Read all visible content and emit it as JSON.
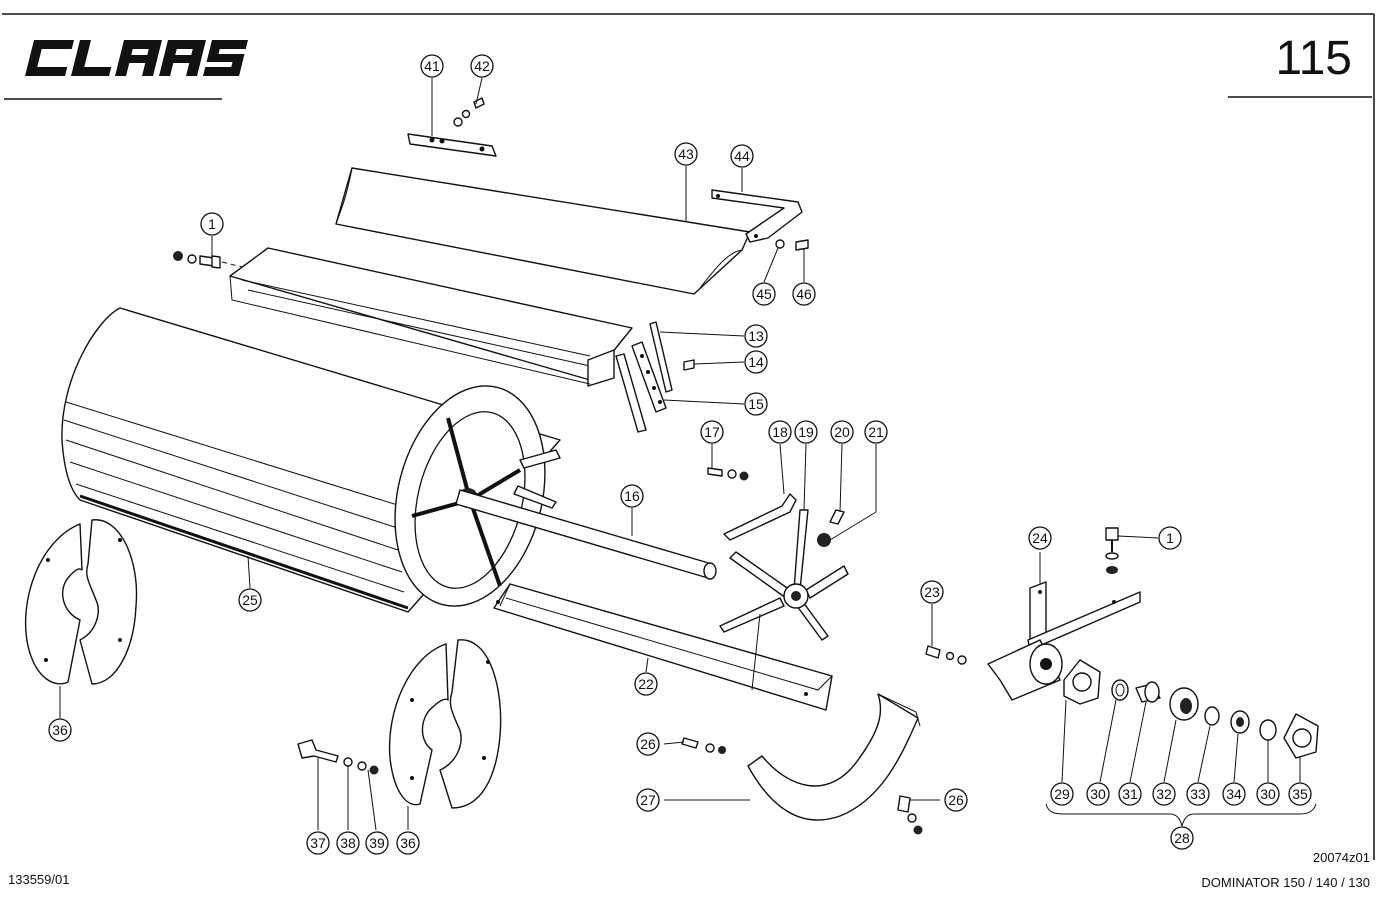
{
  "header": {
    "brand": "CLAAS",
    "page_number": "115"
  },
  "footer": {
    "document_number": "133559/01",
    "drawing_code": "20074z01",
    "model": "DOMINATOR 150 / 140 / 130"
  },
  "callouts": [
    {
      "id": "c41",
      "label": "41"
    },
    {
      "id": "c42",
      "label": "42"
    },
    {
      "id": "c43",
      "label": "43"
    },
    {
      "id": "c44",
      "label": "44"
    },
    {
      "id": "c45",
      "label": "45"
    },
    {
      "id": "c46",
      "label": "46"
    },
    {
      "id": "c1a",
      "label": "1"
    },
    {
      "id": "c13",
      "label": "13"
    },
    {
      "id": "c14",
      "label": "14"
    },
    {
      "id": "c15",
      "label": "15"
    },
    {
      "id": "c17",
      "label": "17"
    },
    {
      "id": "c18",
      "label": "18"
    },
    {
      "id": "c19",
      "label": "19"
    },
    {
      "id": "c20",
      "label": "20"
    },
    {
      "id": "c21",
      "label": "21"
    },
    {
      "id": "c16",
      "label": "16"
    },
    {
      "id": "c24",
      "label": "24"
    },
    {
      "id": "c1b",
      "label": "1"
    },
    {
      "id": "c23",
      "label": "23"
    },
    {
      "id": "c25",
      "label": "25"
    },
    {
      "id": "c22",
      "label": "22"
    },
    {
      "id": "c36a",
      "label": "36"
    },
    {
      "id": "c26a",
      "label": "26"
    },
    {
      "id": "c27",
      "label": "27"
    },
    {
      "id": "c26b",
      "label": "26"
    },
    {
      "id": "c37",
      "label": "37"
    },
    {
      "id": "c38",
      "label": "38"
    },
    {
      "id": "c39",
      "label": "39"
    },
    {
      "id": "c36b",
      "label": "36"
    },
    {
      "id": "c29",
      "label": "29"
    },
    {
      "id": "c30a",
      "label": "30"
    },
    {
      "id": "c31",
      "label": "31"
    },
    {
      "id": "c32",
      "label": "32"
    },
    {
      "id": "c33",
      "label": "33"
    },
    {
      "id": "c34",
      "label": "34"
    },
    {
      "id": "c30b",
      "label": "30"
    },
    {
      "id": "c35",
      "label": "35"
    },
    {
      "id": "c28",
      "label": "28"
    }
  ]
}
